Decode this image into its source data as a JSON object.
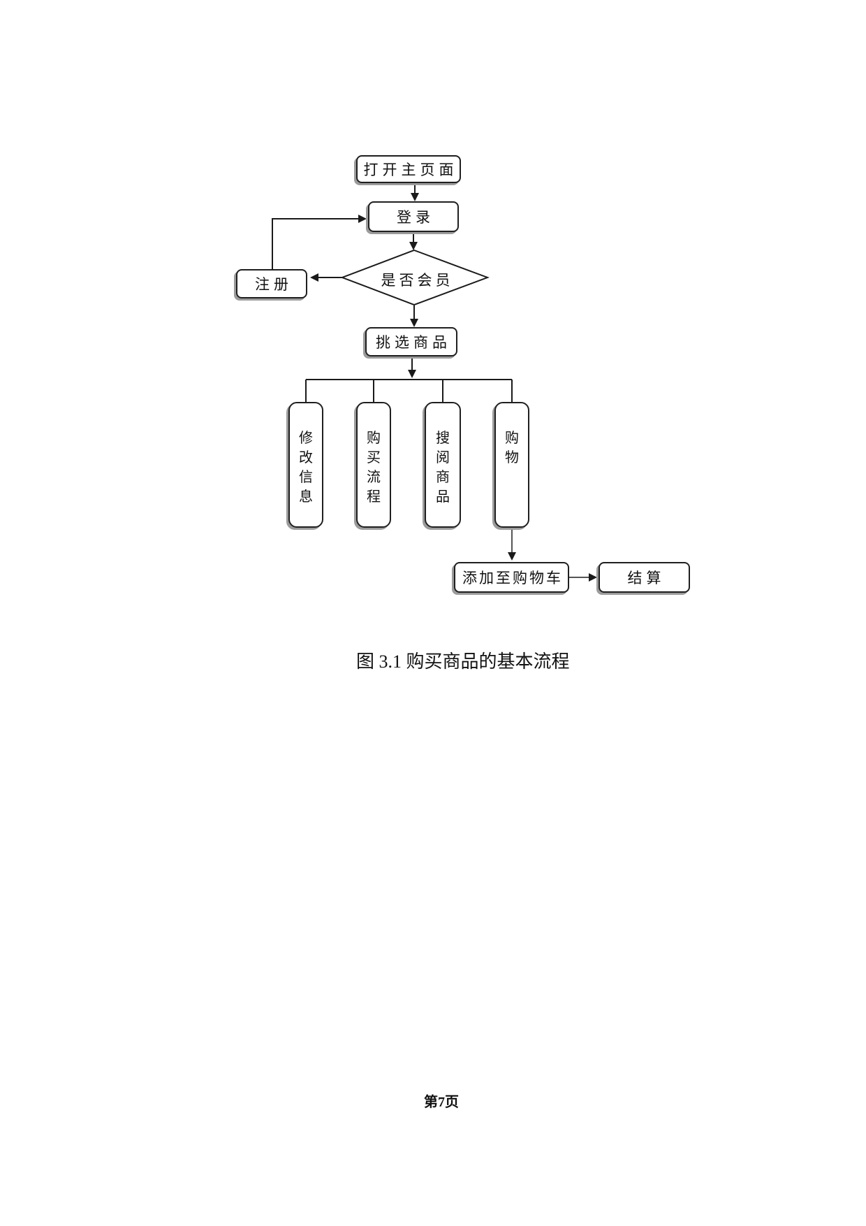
{
  "flowchart": {
    "nodes": {
      "open_homepage": "打开主页面",
      "login": "登录",
      "member_check": "是否会员",
      "register": "注册",
      "pick_goods": "挑选商品",
      "modify_info": "修改信息",
      "purchase_flow": "购买流程",
      "browse_goods": "搜阅商品",
      "shopping": "购物",
      "add_to_cart": "添加至购物车",
      "checkout": "结算"
    },
    "colors": {
      "line": "#1a1a1a",
      "box_border": "#1f1f1f",
      "box_shadow": "#9b9b9b",
      "background": "#ffffff"
    }
  },
  "caption": "图 3.1 购买商品的基本流程",
  "footer": {
    "page_number": "第7页"
  }
}
